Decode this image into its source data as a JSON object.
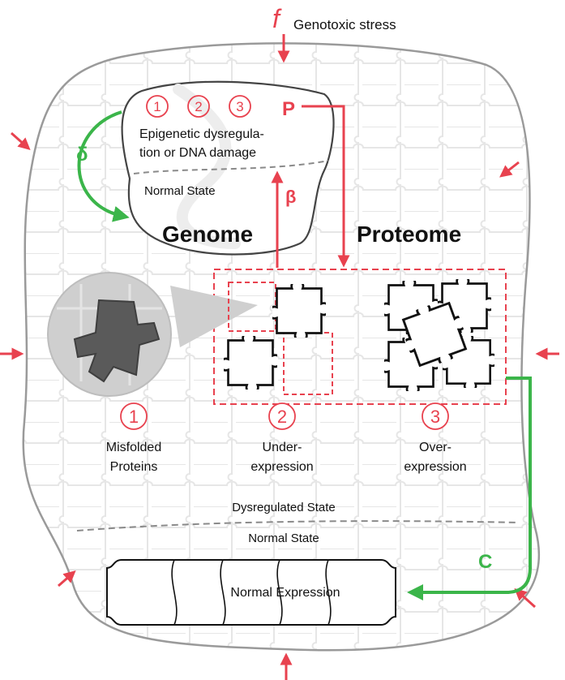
{
  "stress": {
    "symbol": "f",
    "label": "Genotoxic stress"
  },
  "genome": {
    "badges": [
      "1",
      "2",
      "3"
    ],
    "damage_line1": "Epigenetic dysregula-",
    "damage_line2": "tion or DNA damage",
    "normal_state": "Normal State",
    "title": "Genome"
  },
  "proteome": {
    "title": "Proteome"
  },
  "arrows": {
    "p": "P",
    "beta": "β",
    "delta": "δ",
    "c": "C"
  },
  "categories": [
    {
      "num": "1",
      "line1": "Misfolded",
      "line2": "Proteins"
    },
    {
      "num": "2",
      "line1": "Under-",
      "line2": "expression"
    },
    {
      "num": "3",
      "line1": "Over-",
      "line2": "expression"
    }
  ],
  "states": {
    "dysregulated": "Dysregulated State",
    "normal": "Normal State"
  },
  "normal_expression": "Normal Expression",
  "colors": {
    "red": "#e8424f",
    "green": "#3bb54a",
    "gray": "#9a9a9a",
    "dark_piece": "#5a5a5a"
  }
}
